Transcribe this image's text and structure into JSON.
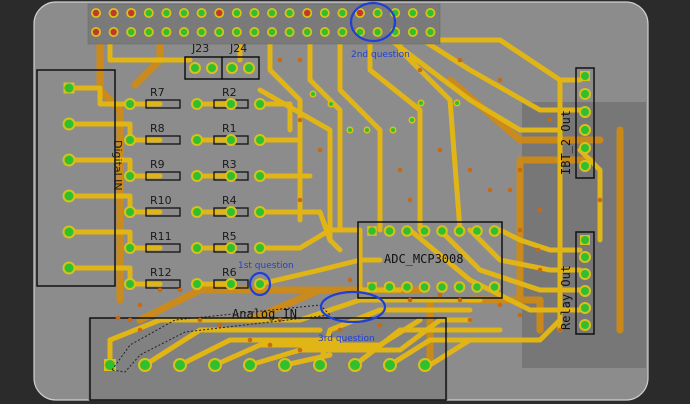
{
  "pcb": {
    "colors": {
      "board": "#8c8c8c",
      "trace": "#d9a514",
      "trace_dark": "#c58a12",
      "pad": "#2fbf2f",
      "pad_ring": "#d7c21a",
      "silk": "#111111",
      "annotation": "#1f3fd6"
    },
    "connectors": {
      "j23": "J23",
      "j24": "J24",
      "digital_in": "Digital IN",
      "ibt2_out": "IBT_2 Out",
      "relay_out": "Relay Out",
      "analog_in": "Analog IN",
      "adc": "ADC_MCP3008"
    },
    "resistors_left": [
      "R7",
      "R8",
      "R9",
      "R10",
      "R11",
      "R12"
    ],
    "resistors_right": [
      "R2",
      "R1",
      "R3",
      "R4",
      "R5",
      "R6"
    ],
    "annotations": {
      "first": "1st question",
      "second": "2nd question",
      "third": "3rd question"
    }
  }
}
